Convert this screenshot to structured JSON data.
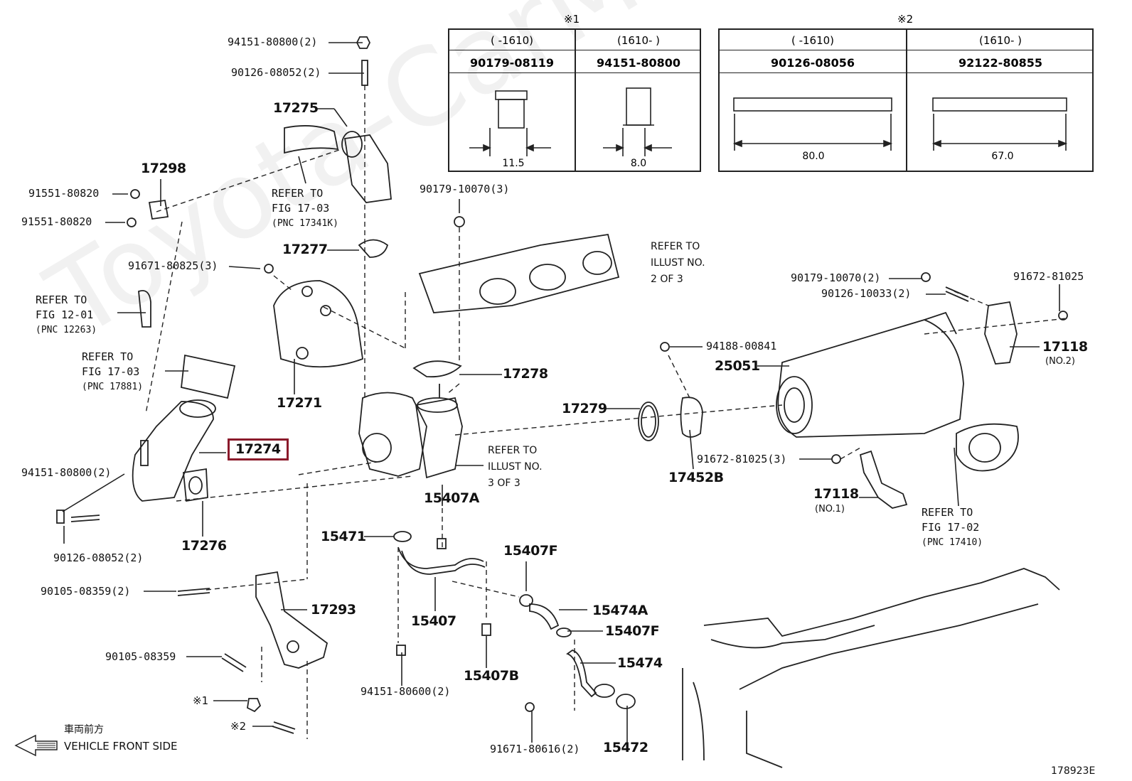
{
  "watermark": "Toyota-CarMine.ru",
  "table1": {
    "mark": "※1",
    "col1": {
      "range": "(     -1610)",
      "part": "90179-08119",
      "dim": "11.5"
    },
    "col2": {
      "range": "(1610-     )",
      "part": "94151-80800",
      "dim": "8.0"
    }
  },
  "table2": {
    "mark": "※2",
    "col1": {
      "range": "(     -1610)",
      "part": "90126-08056",
      "dim": "80.0"
    },
    "col2": {
      "range": "(1610-     )",
      "part": "92122-80855",
      "dim": "67.0"
    }
  },
  "labels": {
    "p94151_80800_2_top": "94151-80800(2)",
    "p90126_08052_2_top": "90126-08052(2)",
    "p17275": "17275",
    "p17298": "17298",
    "p91551_80820_a": "91551-80820",
    "p91551_80820_b": "91551-80820",
    "p17277": "17277",
    "p91671_80825_3": "91671-80825(3)",
    "p90179_10070_3": "90179-10070(3)",
    "p17271": "17271",
    "p17278": "17278",
    "p17274": "17274",
    "p94151_80800_2_left": "94151-80800(2)",
    "p90126_08052_2_left": "90126-08052(2)",
    "p17276": "17276",
    "p17279": "17279",
    "p94188_00841": "94188-00841",
    "p25051": "25051",
    "p90179_10070_2": "90179-10070(2)",
    "p90126_10033_2": "90126-10033(2)",
    "p91672_81025": "91672-81025",
    "p17118_no2": "17118",
    "p17118_no2_sub": "(NO.2)",
    "p17452B": "17452B",
    "p91672_81025_3": "91672-81025(3)",
    "p17118_no1": "17118",
    "p17118_no1_sub": "(NO.1)",
    "p15407A": "15407A",
    "p15471": "15471",
    "p15407F_a": "15407F",
    "p15474A": "15474A",
    "p15407F_b": "15407F",
    "p15407": "15407",
    "p15474": "15474",
    "p15407B": "15407B",
    "p94151_80600_2": "94151-80600(2)",
    "p91671_80616_2": "91671-80616(2)",
    "p15472": "15472",
    "p90105_08359_2": "90105-08359(2)",
    "p17293": "17293",
    "p90105_08359": "90105-08359",
    "mark1": "※1",
    "mark2": "※2"
  },
  "refs": {
    "fig17_03_a": [
      "REFER TO",
      "FIG 17-03",
      "(PNC 17341K)"
    ],
    "fig12_01": [
      "REFER TO",
      "FIG 12-01",
      "(PNC 12263)"
    ],
    "fig17_03_b": [
      "REFER TO",
      "FIG 17-03",
      "(PNC 17881)"
    ],
    "illust2": [
      "REFER TO",
      "ILLUST NO.",
      "2 OF 3"
    ],
    "illust3": [
      "REFER TO",
      "ILLUST NO.",
      "3 OF 3"
    ],
    "fig17_02": [
      "REFER TO",
      "FIG 17-02",
      "(PNC 17410)"
    ]
  },
  "front": {
    "jp": "車両前方",
    "en": "VEHICLE FRONT SIDE"
  },
  "diagram_id": "178923E",
  "colors": {
    "highlight": "#8b1a2b",
    "line": "#222222"
  }
}
